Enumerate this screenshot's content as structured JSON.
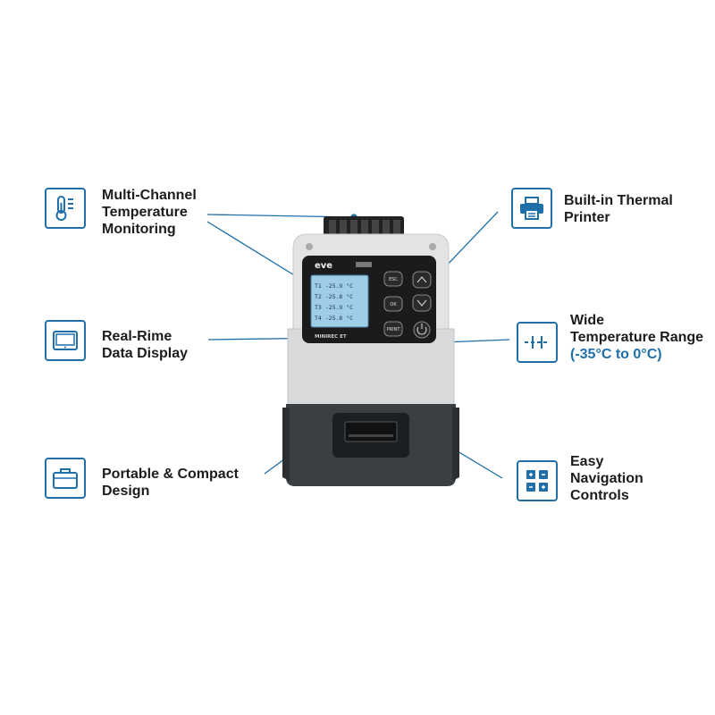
{
  "colors": {
    "accent": "#1f6fa8",
    "text": "#1c1c1c"
  },
  "callouts": {
    "multichannel": {
      "icon": "thermometer-icon",
      "line1": "Multi-Channel",
      "line2": "Temperature",
      "line3": "Monitoring"
    },
    "realtime": {
      "icon": "tablet-icon",
      "line1": "Real-Rime",
      "line2": "Data Display"
    },
    "portable": {
      "icon": "briefcase-icon",
      "line1": "Portable & Compact",
      "line2": "Design"
    },
    "printer": {
      "icon": "printer-icon",
      "line1": "Built-in Thermal",
      "line2": "Printer"
    },
    "temprange": {
      "icon": "range-icon",
      "line1": "Wide",
      "line2": "Temperature Range",
      "line3": "(-35°C to 0°C)"
    },
    "navigation": {
      "icon": "keypad-icon",
      "line1": "Easy",
      "line2": "Navigation",
      "line3": "Controls"
    }
  },
  "device": {
    "brand": "eve",
    "model": "MINIREC ET",
    "buttons": {
      "esc": "ESC",
      "ok": "OK",
      "print": "PRINT"
    },
    "screen_rows": [
      "T1 -25.9 °C",
      "T2 -25.8 °C",
      "T3 -25.9 °C",
      "T4 -25.8 °C"
    ]
  }
}
